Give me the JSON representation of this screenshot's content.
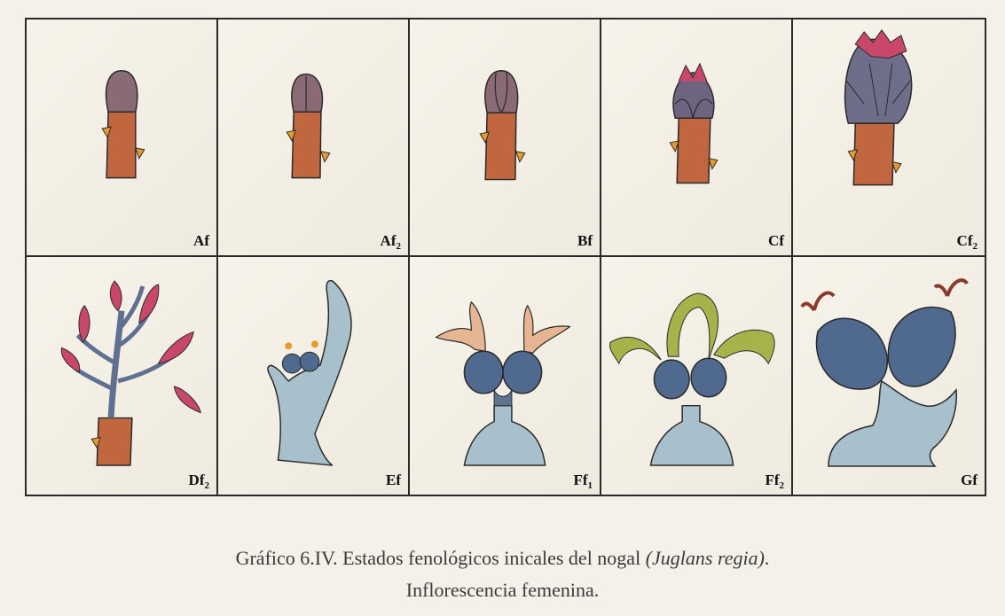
{
  "panels": [
    {
      "base": "Af",
      "sub": ""
    },
    {
      "base": "Af",
      "sub": "2"
    },
    {
      "base": "Bf",
      "sub": ""
    },
    {
      "base": "Cf",
      "sub": ""
    },
    {
      "base": "Cf",
      "sub": "2"
    },
    {
      "base": "Df",
      "sub": "2"
    },
    {
      "base": "Ef",
      "sub": ""
    },
    {
      "base": "Ff",
      "sub": "1"
    },
    {
      "base": "Ff",
      "sub": "2"
    },
    {
      "base": "Gf",
      "sub": ""
    }
  ],
  "caption": {
    "line1_prefix": "Gráfico 6.IV. Estados fenológicos inicales del nogal ",
    "line1_italic": "(Juglans regia)",
    "line1_suffix": ".",
    "line2": "Inflorescencia femenina."
  },
  "colors": {
    "stem": "#c0673f",
    "bud": "#8a6a74",
    "scale_pink": "#c9476a",
    "blue": "#4f6a8e",
    "pale_blue": "#a8c0cc",
    "stigma_peach": "#e6b592",
    "stigma_green": "#a6b34a",
    "bud_node": "#e89a2a",
    "outline": "#2a2a2a"
  }
}
